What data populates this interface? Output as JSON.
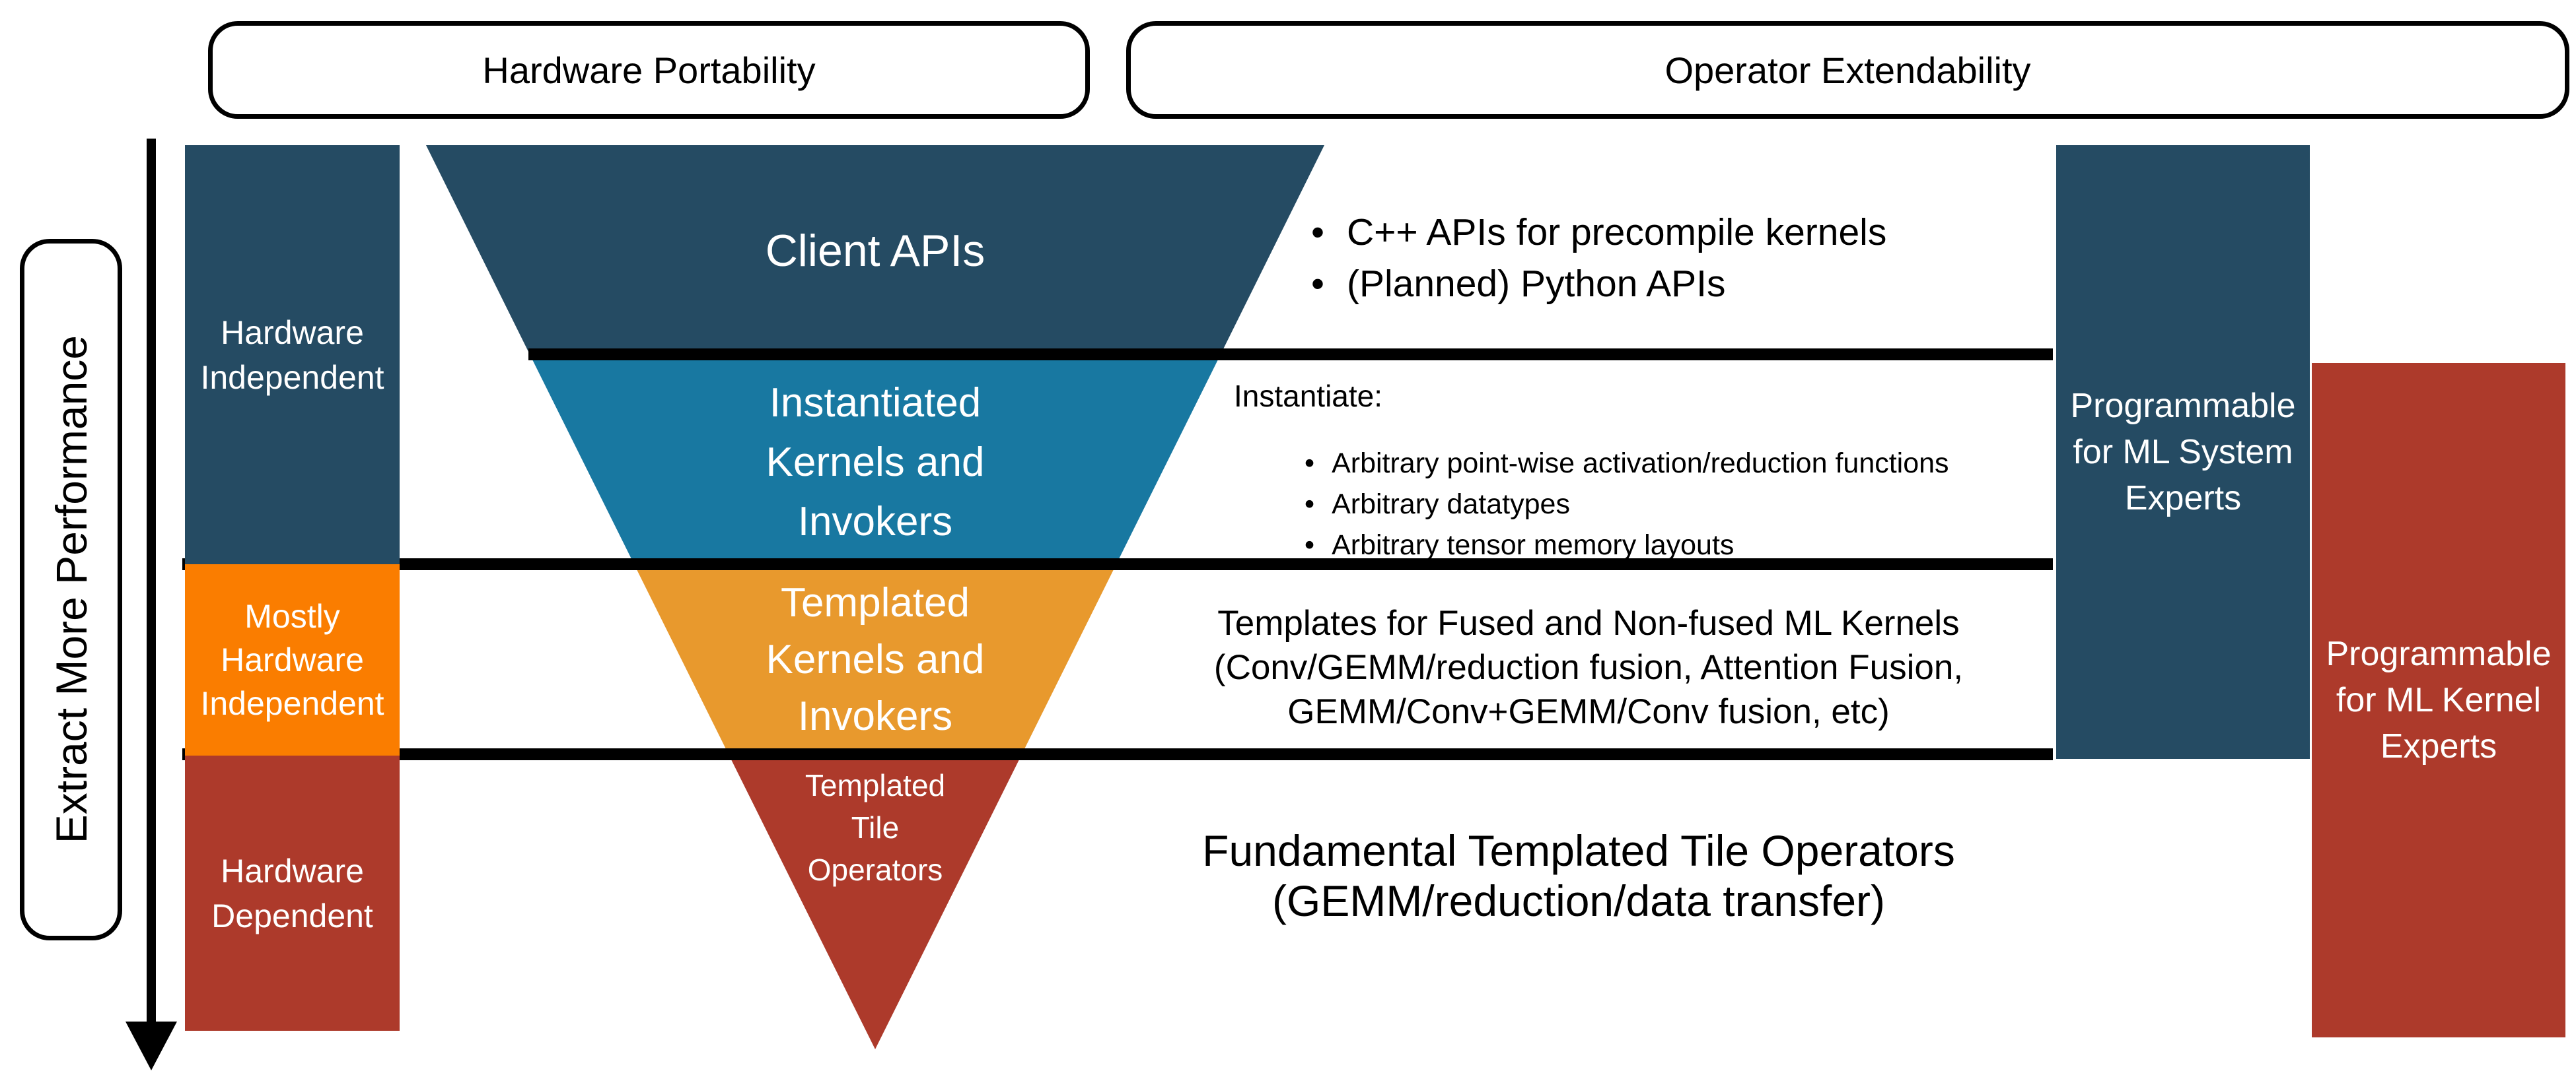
{
  "colors": {
    "navy": "#254B63",
    "teal": "#1878A1",
    "funnel_amber": "#E8992D",
    "left_orange": "#FA7D00",
    "dark_red": "#AD3A2B",
    "line_black": "#000000",
    "text_light": "#FFFFFF",
    "text_dark": "#000000",
    "background": "#FFFFFF"
  },
  "header": {
    "left_box": "Hardware Portability",
    "right_box": "Operator Extendability"
  },
  "left_axis": {
    "label": "Extract More Performance"
  },
  "left_column": {
    "top": {
      "lines": [
        "Hardware",
        "Independent"
      ]
    },
    "middle": {
      "lines": [
        "Mostly",
        "Hardware",
        "Independent"
      ]
    },
    "bottom": {
      "lines": [
        "Hardware",
        "Dependent"
      ]
    }
  },
  "funnel": {
    "layer1": {
      "label": "Client APIs"
    },
    "layer2": {
      "lines": [
        "Instantiated",
        "Kernels and",
        "Invokers"
      ]
    },
    "layer3": {
      "lines": [
        "Templated",
        "Kernels and",
        "Invokers"
      ]
    },
    "layer4": {
      "lines": [
        "Templated",
        "Tile",
        "Operators"
      ]
    }
  },
  "annotations": {
    "client_bullets": {
      "b1": "C++ APIs for precompile kernels",
      "b2": "(Planned) Python APIs"
    },
    "instantiate": {
      "heading": "Instantiate:",
      "b1": "Arbitrary point-wise activation/reduction functions",
      "b2": "Arbitrary datatypes",
      "b3": "Arbitrary tensor memory layouts"
    },
    "templates": {
      "l1": "Templates for Fused and Non-fused ML Kernels",
      "l2": "(Conv/GEMM/reduction fusion, Attention Fusion,",
      "l3": "GEMM/Conv+GEMM/Conv fusion, etc)"
    },
    "fundamental": {
      "l1": "Fundamental Templated Tile Operators",
      "l2": "(GEMM/reduction/data transfer)"
    }
  },
  "right_column": {
    "system": {
      "lines": [
        "Programmable",
        "for ML System",
        "Experts"
      ]
    },
    "kernel": {
      "lines": [
        "Programmable",
        "for ML Kernel",
        "Experts"
      ]
    }
  }
}
